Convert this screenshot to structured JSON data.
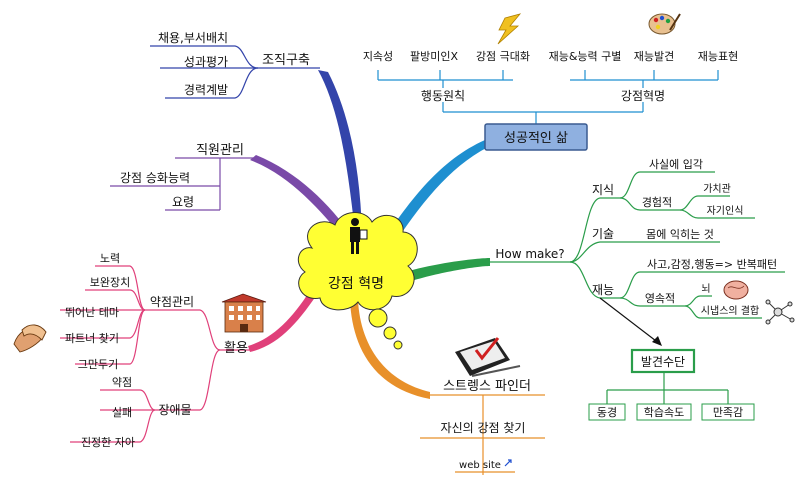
{
  "center": {
    "label": "강점 혁명"
  },
  "success": {
    "label": "성공적인 삶"
  },
  "principles": {
    "label": "행동원칙",
    "items": [
      "지속성",
      "팔방미인X",
      "강점 극대화"
    ]
  },
  "revolution": {
    "label": "강점혁명",
    "items": [
      "재능&능력 구별",
      "재능발견",
      "재능표현"
    ]
  },
  "org": {
    "label": "조직구축",
    "items": [
      "채용,부서배치",
      "성과평가",
      "경력계발"
    ]
  },
  "staff": {
    "label": "직원관리",
    "items": [
      "강점 승화능력",
      "요령"
    ]
  },
  "howmake": {
    "label": "How make?",
    "knowledge": {
      "label": "지식",
      "fact": "사실에 입각",
      "experiential": "경험적",
      "value": "가치관",
      "self": "자기인식"
    },
    "skill": {
      "label": "기술",
      "body": "몸에 익히는 것"
    },
    "talent": {
      "label": "재능",
      "pattern": "사고,감정,행동=> 반복패턴",
      "permanent": "영속적",
      "brain": "뇌",
      "synapse": "시냅스의 결합"
    }
  },
  "discovery": {
    "label": "발견수단",
    "items": [
      "동경",
      "학습속도",
      "만족감"
    ]
  },
  "finder": {
    "label": "스트렝스 파인더",
    "find": "자신의 강점 찾기",
    "web": "web site"
  },
  "use": {
    "label": "활용",
    "weakness": {
      "label": "약점관리",
      "items": [
        "노력",
        "보완장치",
        "뛰어난 테마",
        "파트너 찾기",
        "그만두기"
      ]
    },
    "obstacle": {
      "label": "장애물",
      "items": [
        "약점",
        "실패",
        "진정한 자아"
      ]
    }
  },
  "colors": {
    "blue": "#3344aa",
    "cyan": "#1e8fd0",
    "green": "#2a9d4a",
    "orange": "#e8902a",
    "pink": "#e0407a",
    "purple": "#7a4aa8",
    "cloud": "#ffff33",
    "success_box": "#8fb0e0"
  }
}
